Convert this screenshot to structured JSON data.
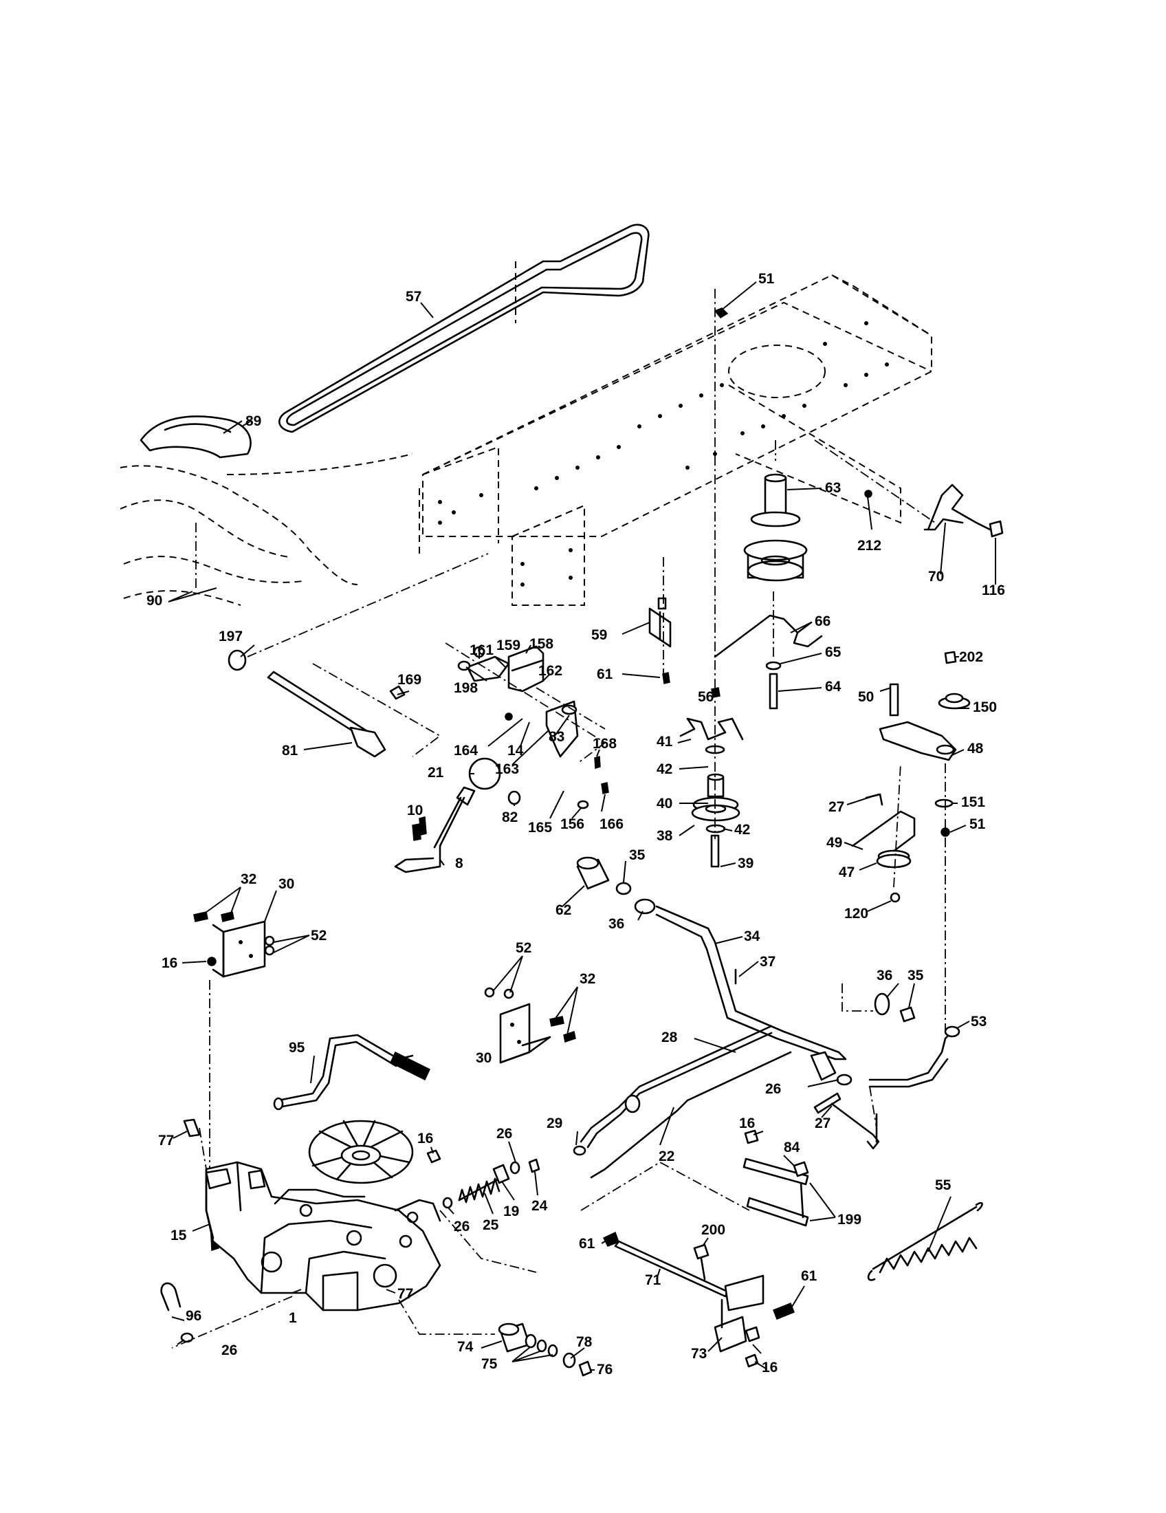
{
  "callouts": [
    "1",
    "8",
    "10",
    "14",
    "15",
    "16",
    "19",
    "21",
    "22",
    "24",
    "25",
    "26",
    "27",
    "28",
    "29",
    "30",
    "32",
    "34",
    "35",
    "36",
    "37",
    "38",
    "39",
    "40",
    "41",
    "42",
    "47",
    "48",
    "49",
    "50",
    "51",
    "52",
    "53",
    "55",
    "56",
    "57",
    "59",
    "61",
    "62",
    "63",
    "64",
    "65",
    "66",
    "70",
    "71",
    "73",
    "74",
    "75",
    "76",
    "77",
    "78",
    "81",
    "82",
    "83",
    "84",
    "89",
    "90",
    "95",
    "96",
    "116",
    "120",
    "150",
    "151",
    "156",
    "158",
    "159",
    "161",
    "162",
    "163",
    "164",
    "165",
    "166",
    "168",
    "169",
    "197",
    "198",
    "199",
    "200",
    "202",
    "212"
  ],
  "colors": {
    "ink": "#000000",
    "paper": "#ffffff"
  }
}
